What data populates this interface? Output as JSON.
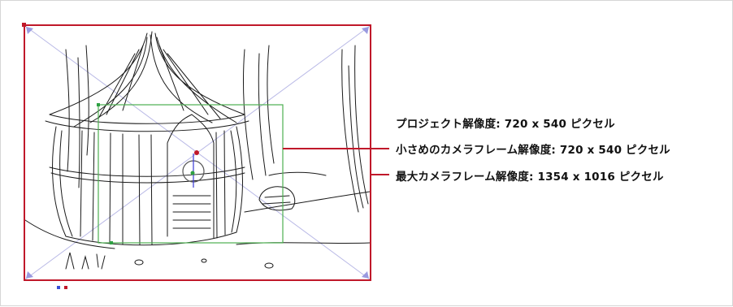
{
  "labels": {
    "project_resolution": "プロジェクト解像度: 720 x 540 ピクセル",
    "smaller_camera_frame": "小さめのカメラフレーム解像度: 720 x 540 ピクセル",
    "max_camera_frame": "最大カメラフレーム解像度: 1354 x 1016 ピクセル"
  },
  "colors": {
    "max_frame": "#c0182a",
    "smaller_frame": "#4caf50",
    "guide_diagonals": "#b9b9e6",
    "corner_markers": "#9a9ae0",
    "sketch": "#1a1a1a",
    "leader_line": "#c0182a"
  },
  "icons": {
    "camera_pivot": "crosshair-circle-icon",
    "corner_handle": "arrow-corner-icon"
  }
}
